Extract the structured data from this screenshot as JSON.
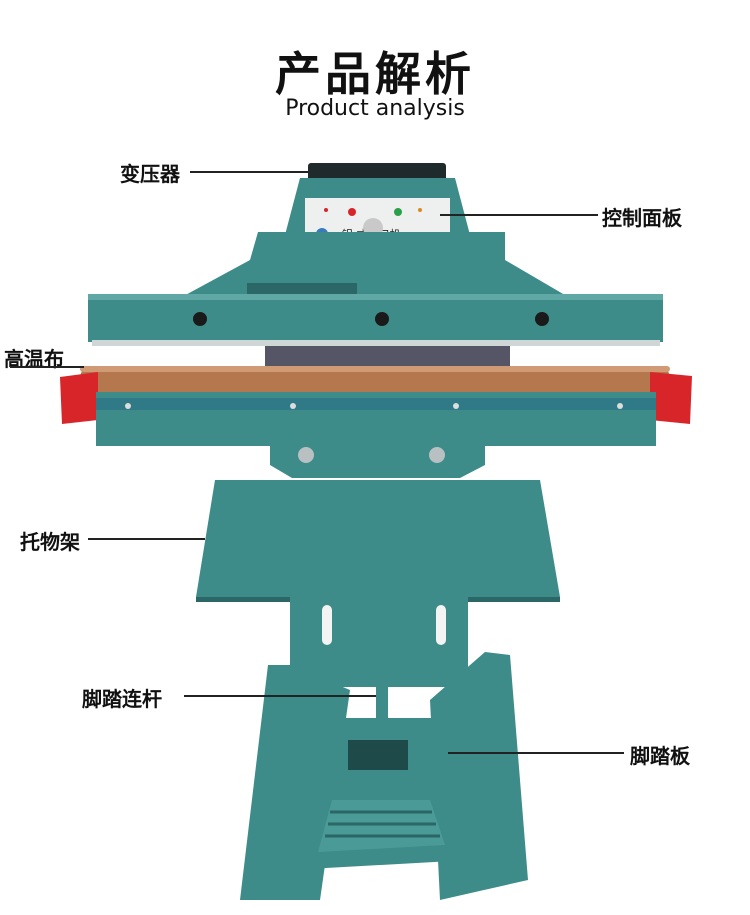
{
  "header": {
    "title": "产品解析",
    "subtitle": "Product analysis"
  },
  "callouts": {
    "transformer": "变压器",
    "control_panel": "控制面板",
    "heat_cloth": "高温布",
    "tray_rack": "托物架",
    "pedal_rod": "脚踏连杆",
    "pedal_plate": "脚踏板"
  },
  "panel_text": "铝 式封口机",
  "colors": {
    "machine_teal": "#3d8c8a",
    "machine_dark": "#2a6766",
    "heat_cloth_brown": "#b5784e",
    "end_cap_red": "#d8252a",
    "panel_white": "#eef0ef"
  }
}
